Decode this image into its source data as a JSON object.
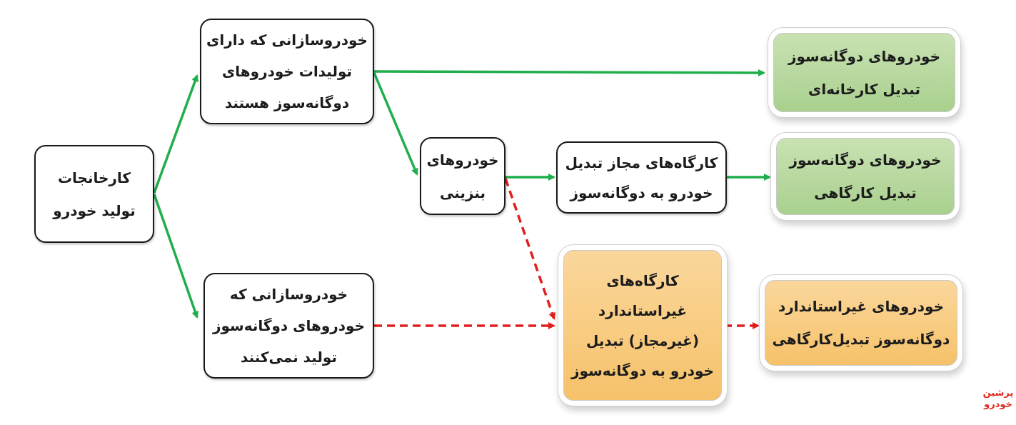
{
  "colors": {
    "solid_arrow": "#1fae4b",
    "dashed_arrow": "#e21e1e",
    "green_box": "#a9d08e",
    "orange_box": "#f6c26a"
  },
  "nodes": {
    "factories": "کارخانجات\nتولید خودرو",
    "dual_makers": "خودروسازانی که دارای\nتولیدات خودروهای\nدوگانه‌سوز هستند",
    "non_dual_makers": "خودروسازانی که\nخودروهای دوگانه‌سوز\nتولید نمی‌کنند",
    "gasoline_cars": "خودروهای\nبنزینی",
    "licensed_workshops": "کارگاه‌های مجاز تبدیل\nخودرو به دوگانه‌سوز",
    "unlicensed_workshops": "کارگاه‌های\nغیراستاندارد\n(غیرمجاز) تبدیل\nخودرو به دوگانه‌سوز",
    "factory_dual": "خودروهای دوگانه‌سوز\nتبدیل کارخانه‌ای",
    "workshop_dual": "خودروهای دوگانه‌سوز\nتبدیل کارگاهی",
    "nonstandard_dual": "خودروهای غیراستاندارد\nدوگانه‌سوز تبدیل‌کارگاهی"
  },
  "watermark": {
    "line1": "پرشین",
    "line2": "خودرو"
  }
}
